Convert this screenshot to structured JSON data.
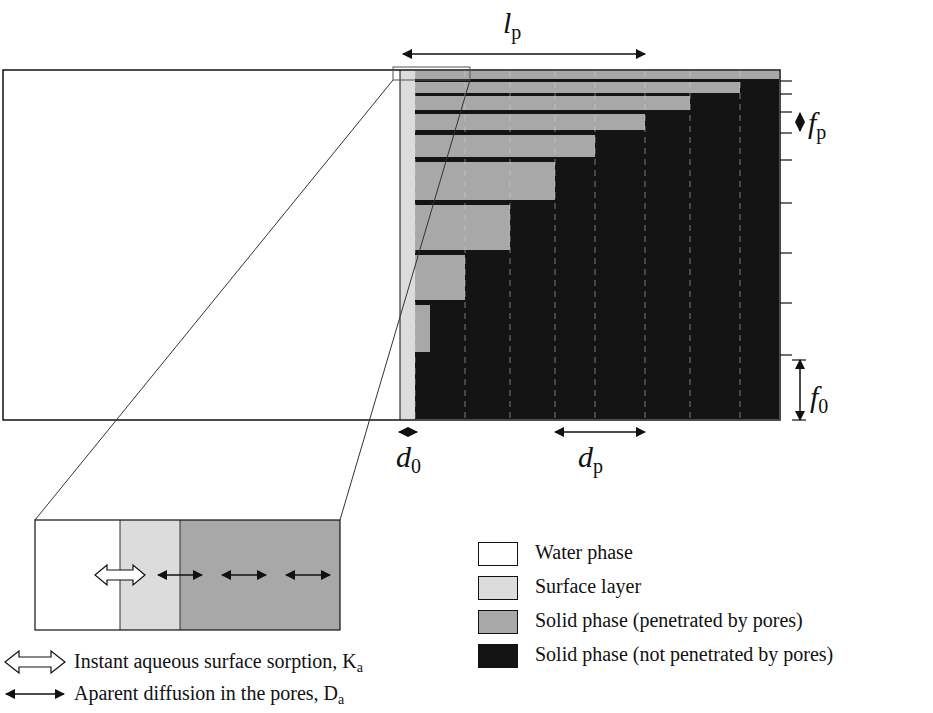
{
  "diagram": {
    "labels": [
      "lp",
      "fp",
      "f0",
      "d0",
      "dp"
    ],
    "legend": [
      {
        "text": "Water phase",
        "color": "#ffffff"
      },
      {
        "text": "Surface layer",
        "color": "#dcdcdc"
      },
      {
        "text": "Solid phase (penetrated by pores)",
        "color": "#a8a8a8"
      },
      {
        "text": "Solid phase (not penetrated by pores)",
        "color": "#141414"
      },
      {
        "text": "Instant aqueous surface sorption, Ka"
      },
      {
        "text": "Aparent diffusion in the pores, Da"
      }
    ]
  }
}
